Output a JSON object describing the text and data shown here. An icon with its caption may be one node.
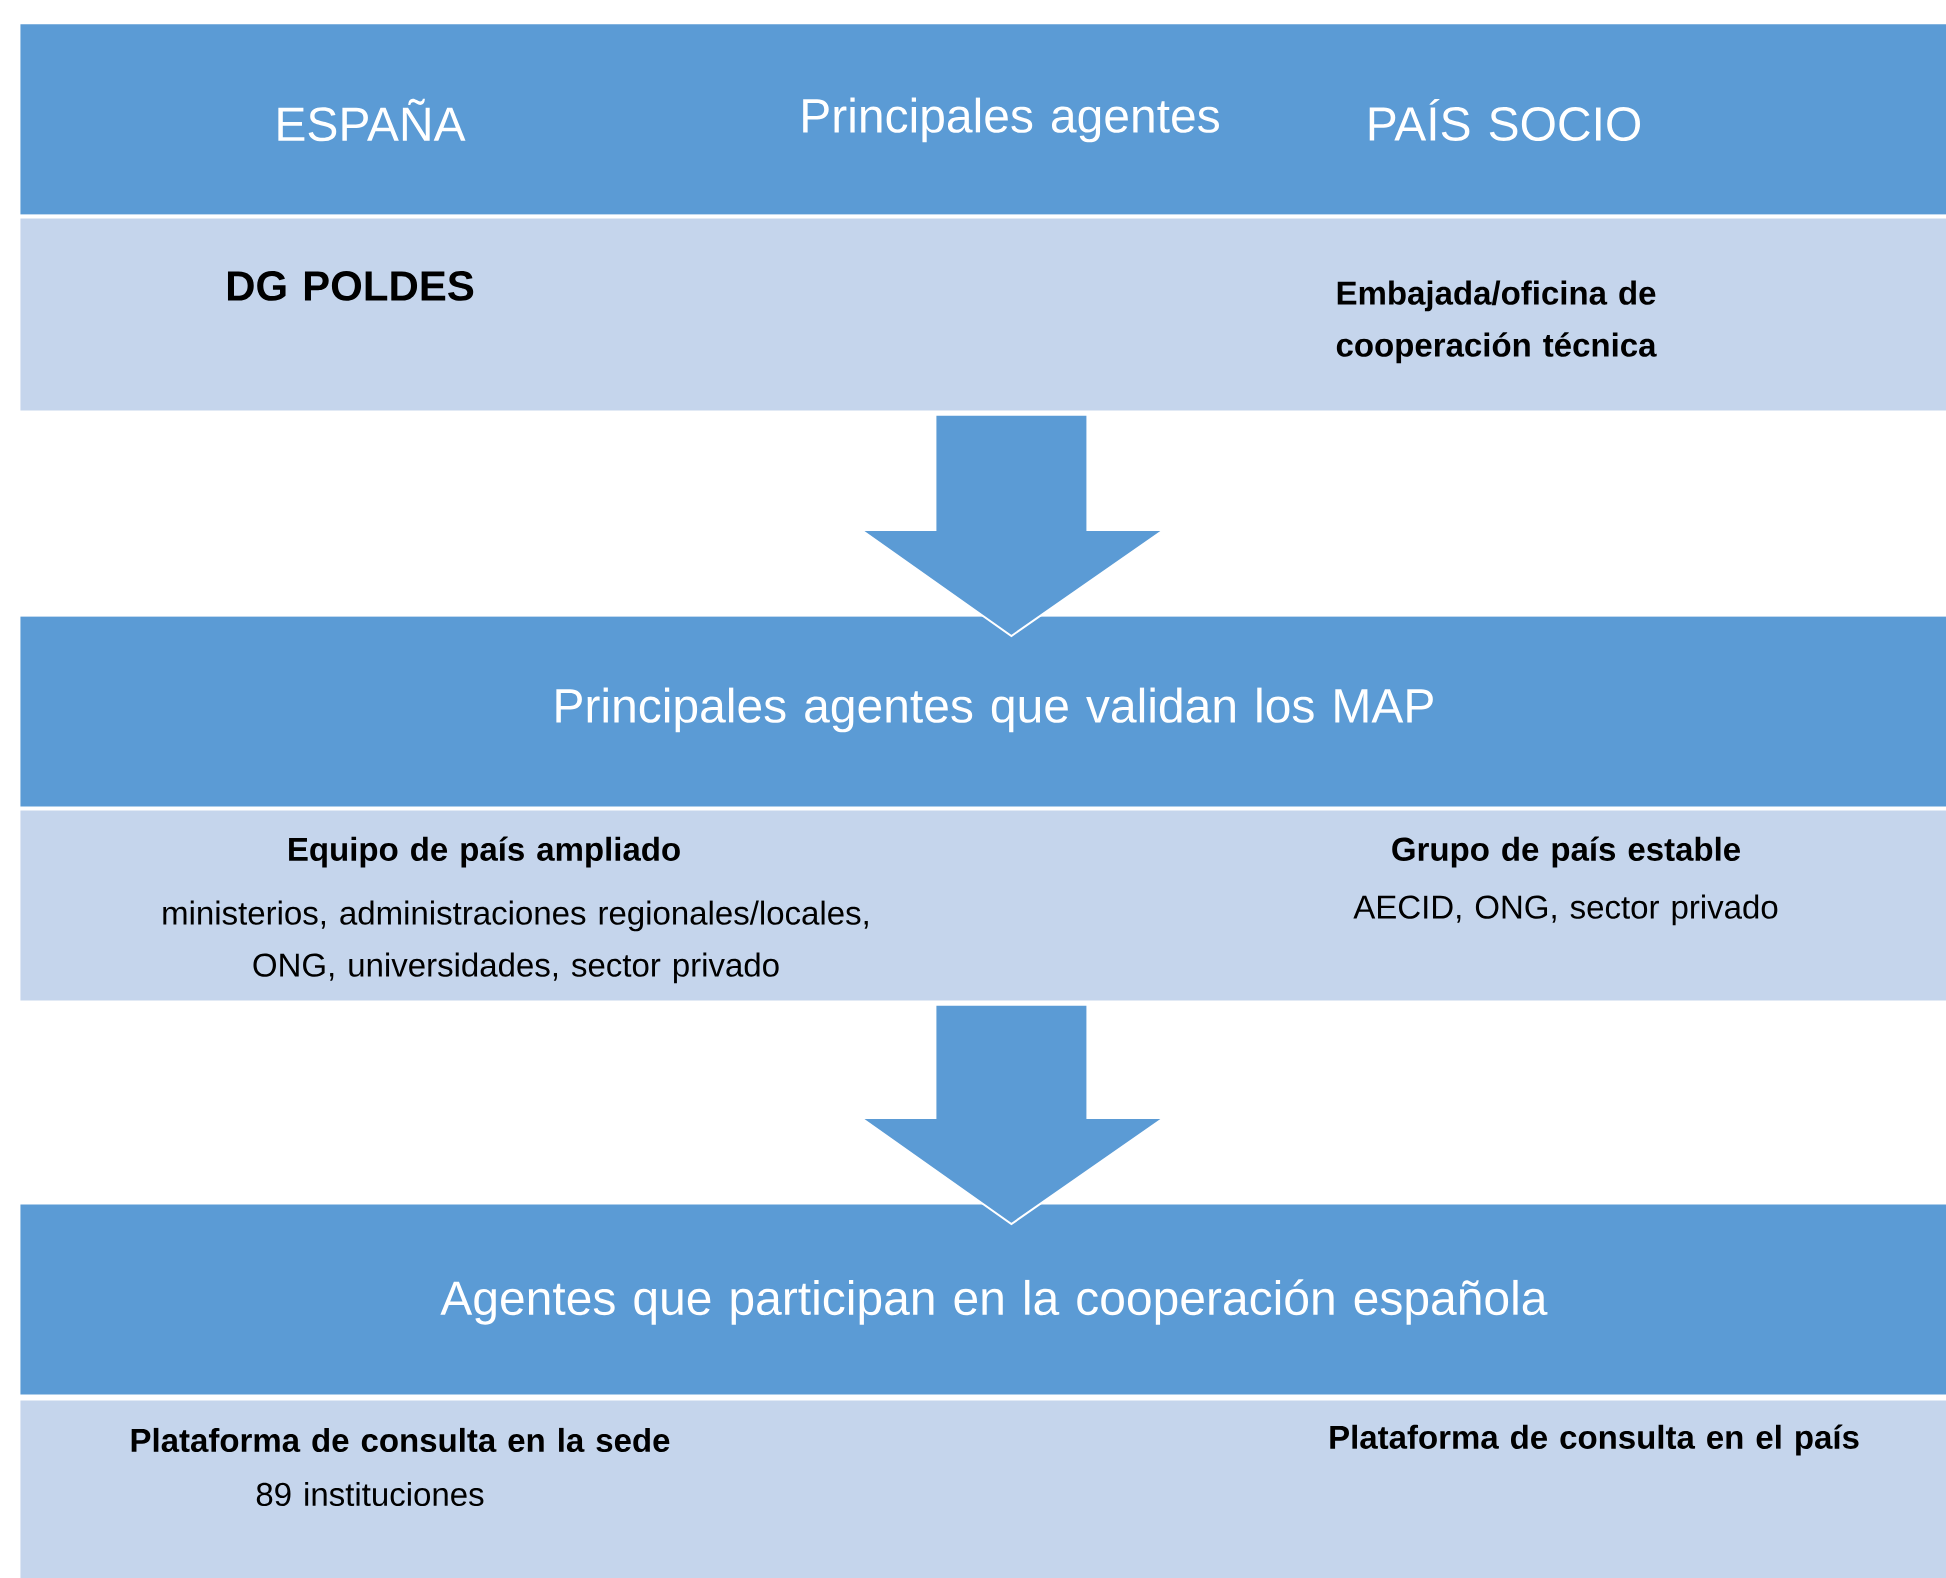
{
  "diagram": {
    "nodes": [
      {
        "text": [
          "ESPAÑA",
          "Principales agentes",
          "PAÍS SOCIO"
        ]
      },
      {
        "text": [
          "DG POLDES",
          "Embajada/oficina de cooperación técnica"
        ]
      },
      {
        "text": [
          "Principales agentes que validan los MAP"
        ]
      },
      {
        "text": [
          "Equipo de país ampliado",
          "ministerios, administraciones regionales/locales, ONG, universidades, sector privado",
          "Grupo de país estable",
          "AECID, ONG, sector privado"
        ]
      },
      {
        "text": [
          "Agentes que participan en la cooperación española"
        ]
      },
      {
        "text": [
          "Plataforma de consulta en la sede",
          "89 instituciones",
          "Plataforma de consulta en el país"
        ]
      }
    ],
    "edges": [
      {
        "from": 1,
        "to": 2,
        "arrow": "to"
      },
      {
        "from": 3,
        "to": 4,
        "arrow": "to"
      }
    ]
  }
}
